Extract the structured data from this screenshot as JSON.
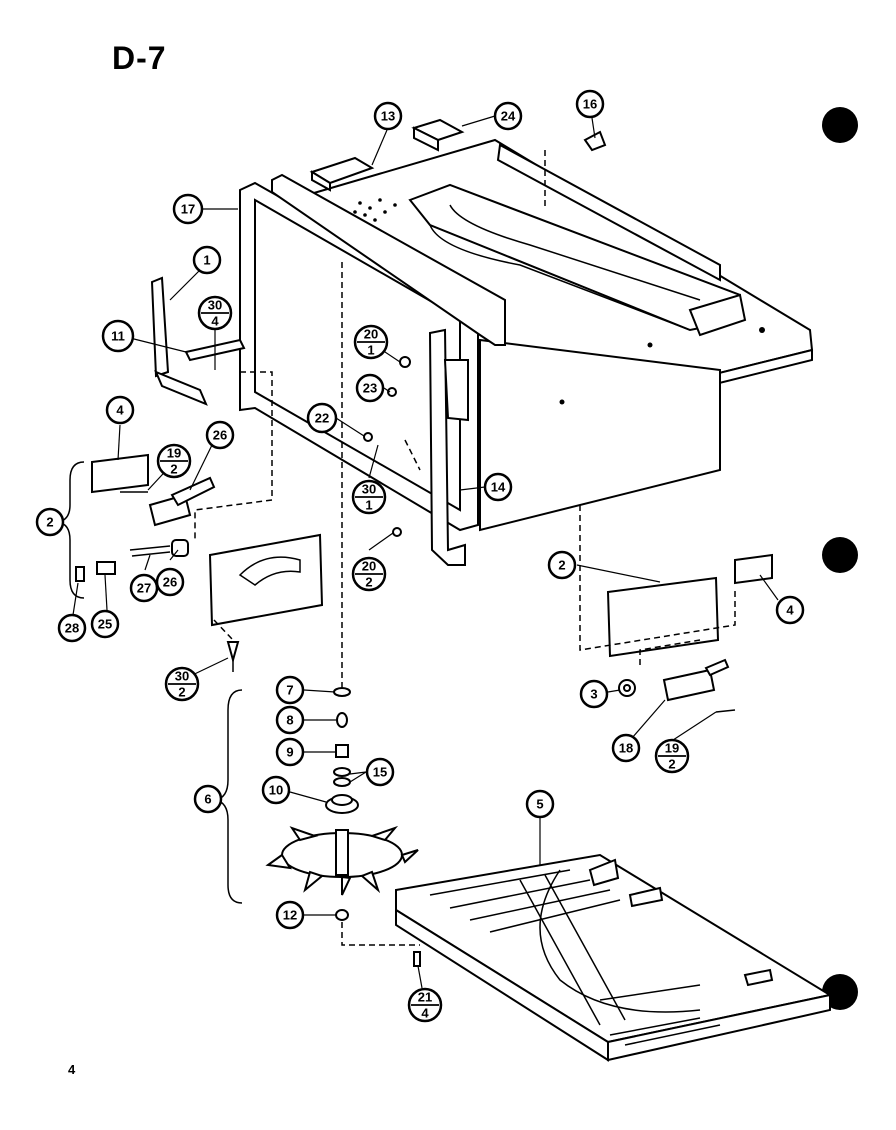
{
  "title": "D-7",
  "page_number": "4",
  "callouts": [
    {
      "id": "c1",
      "top": "1"
    },
    {
      "id": "c2a",
      "top": "2"
    },
    {
      "id": "c2b",
      "top": "2"
    },
    {
      "id": "c3",
      "top": "3"
    },
    {
      "id": "c4a",
      "top": "4"
    },
    {
      "id": "c4b",
      "top": "4"
    },
    {
      "id": "c5",
      "top": "5"
    },
    {
      "id": "c6",
      "top": "6"
    },
    {
      "id": "c7",
      "top": "7"
    },
    {
      "id": "c8",
      "top": "8"
    },
    {
      "id": "c9",
      "top": "9"
    },
    {
      "id": "c10",
      "top": "10"
    },
    {
      "id": "c11",
      "top": "11"
    },
    {
      "id": "c12",
      "top": "12"
    },
    {
      "id": "c13",
      "top": "13"
    },
    {
      "id": "c14",
      "top": "14"
    },
    {
      "id": "c15",
      "top": "15"
    },
    {
      "id": "c16",
      "top": "16"
    },
    {
      "id": "c17",
      "top": "17"
    },
    {
      "id": "c18",
      "top": "18"
    },
    {
      "id": "c19a",
      "top": "19",
      "bottom": "2"
    },
    {
      "id": "c19b",
      "top": "19",
      "bottom": "2"
    },
    {
      "id": "c20a",
      "top": "20",
      "bottom": "1"
    },
    {
      "id": "c20b",
      "top": "20",
      "bottom": "2"
    },
    {
      "id": "c21",
      "top": "21",
      "bottom": "4"
    },
    {
      "id": "c22",
      "top": "22"
    },
    {
      "id": "c23",
      "top": "23"
    },
    {
      "id": "c24",
      "top": "24"
    },
    {
      "id": "c25",
      "top": "25"
    },
    {
      "id": "c26a",
      "top": "26"
    },
    {
      "id": "c26b",
      "top": "26"
    },
    {
      "id": "c27",
      "top": "27"
    },
    {
      "id": "c28",
      "top": "28"
    },
    {
      "id": "c30a",
      "top": "30",
      "bottom": "4"
    },
    {
      "id": "c30b",
      "top": "30",
      "bottom": "1"
    },
    {
      "id": "c30c",
      "top": "30",
      "bottom": "2"
    }
  ]
}
